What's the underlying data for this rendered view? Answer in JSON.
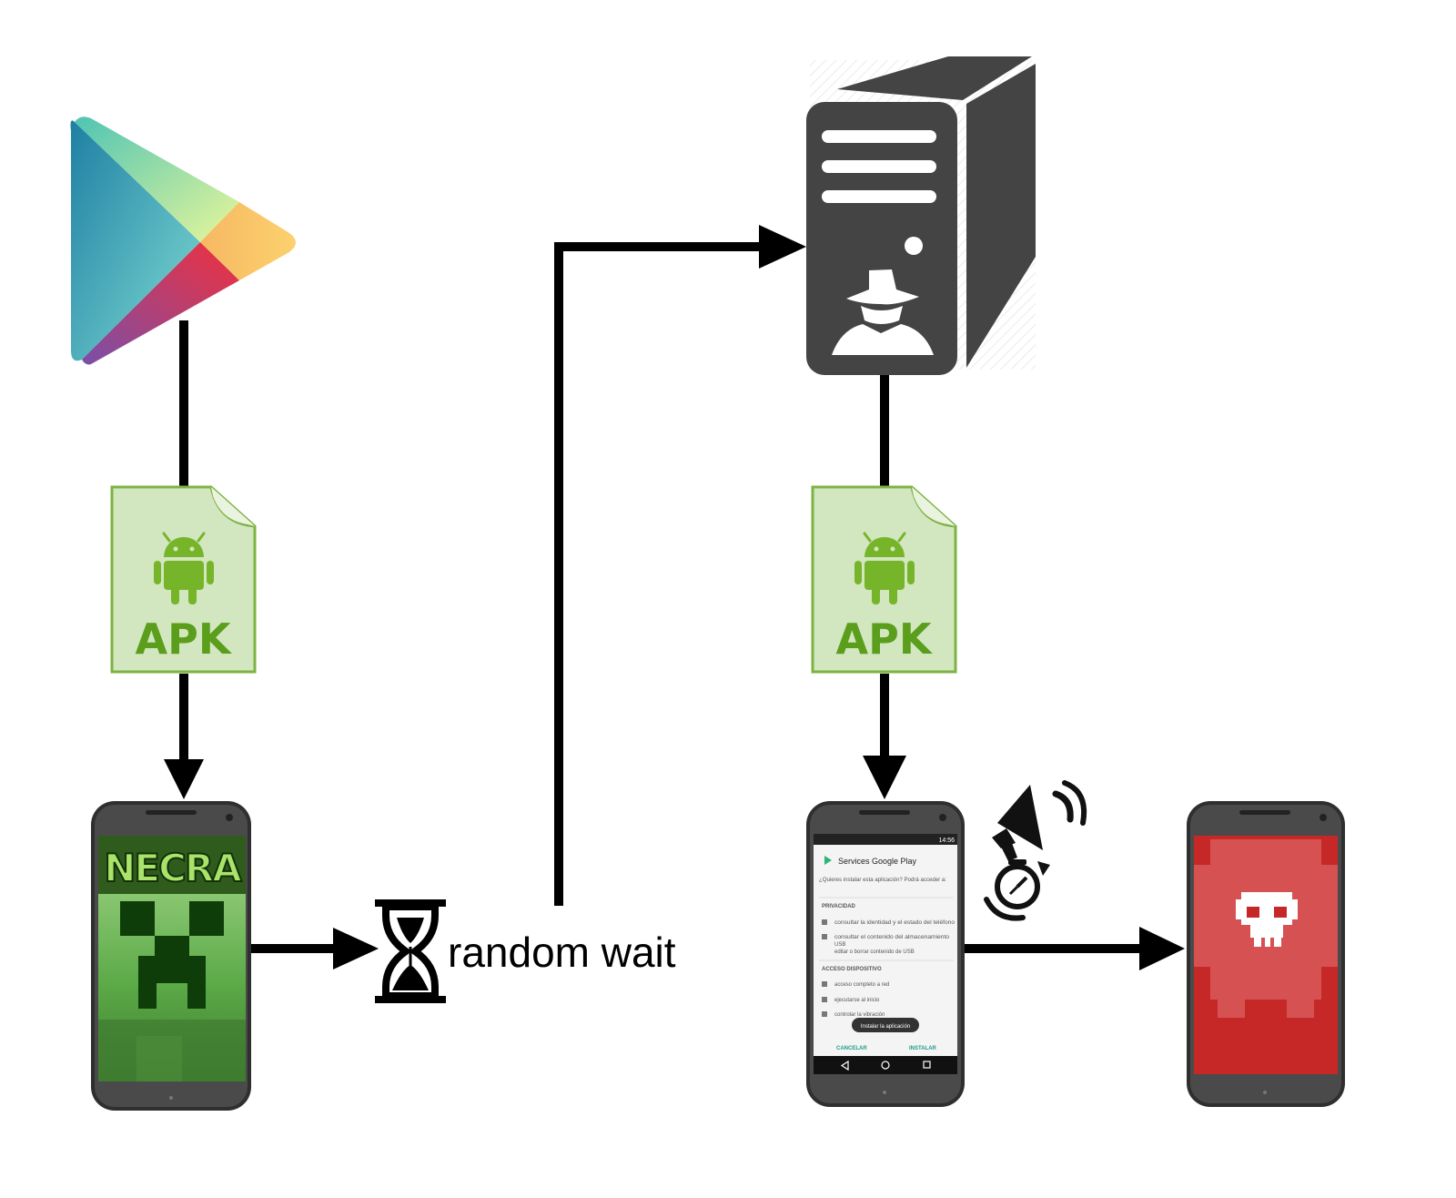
{
  "nodes": {
    "play_store": {
      "icon": "google-play-icon"
    },
    "apk_left": {
      "icon": "android-apk-file-icon",
      "label": "APK"
    },
    "apk_right": {
      "icon": "android-apk-file-icon",
      "label": "APK"
    },
    "phone_game": {
      "icon": "game-app-phone-icon",
      "screen_text": "NECRA"
    },
    "hourglass": {
      "icon": "hourglass-icon",
      "label": "random wait"
    },
    "server": {
      "icon": "malicious-server-icon"
    },
    "phone_install": {
      "icon": "install-dialog-phone-icon",
      "status_time": "14:56",
      "app_name": "Services Google Play",
      "question": "¿Quieres instalar esta aplicación? Podrá acceder a:",
      "section_privacy": "PRIVACIDAD",
      "perm_1": "consultar la identidad y el estado del teléfono",
      "perm_2a": "consultar el contenido del almacenamiento",
      "perm_2b": "USB",
      "perm_2c": "editar o borrar contenido de USB",
      "section_device": "ACCESO DISPOSITIVO",
      "perm_3": "acceso completo a red",
      "perm_4": "ejecutarse al inicio",
      "perm_5": "controlar la vibración",
      "toast": "Instalar la aplicación",
      "cancel": "CANCELAR",
      "install": "INSTALAR"
    },
    "notify": {
      "icon": "megaphone-icon",
      "timer_icon": "timer-restart-icon"
    },
    "phone_infected": {
      "icon": "skull-phone-icon"
    }
  },
  "colors": {
    "arrow": "#000000",
    "apk_fill": "#d2e6c0",
    "apk_stroke": "#7cb342",
    "apk_text": "#5a9e1c",
    "server": "#444444",
    "phone_body": "#3a3a3a",
    "infected_screen": "#c62828"
  }
}
